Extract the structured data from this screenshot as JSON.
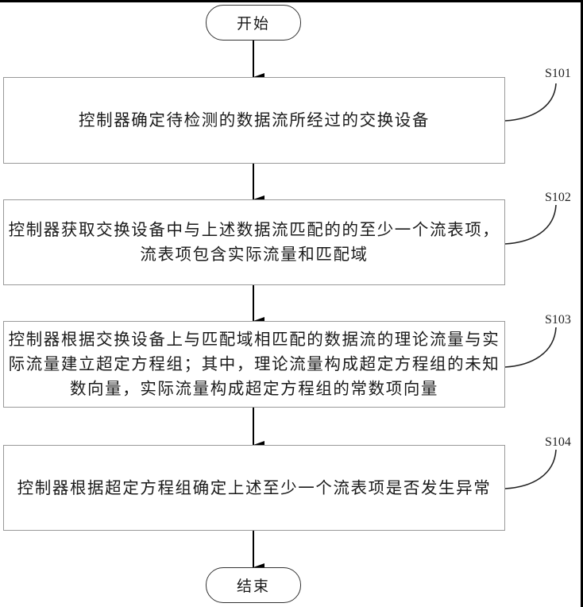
{
  "flowchart": {
    "start": {
      "label": "开始"
    },
    "end": {
      "label": "结束"
    },
    "steps": [
      {
        "id": "S101",
        "text": "控制器确定待检测的数据流所经过的交换设备"
      },
      {
        "id": "S102",
        "text": "控制器获取交换设备中与上述数据流匹配的的至少一个流表项，流表项包含实际流量和匹配域"
      },
      {
        "id": "S103",
        "text": "控制器根据交换设备上与匹配域相匹配的数据流的理论流量与实际流量建立超定方程组；其中，理论流量构成超定方程组的未知数向量，实际流量构成超定方程组的常数项向量"
      },
      {
        "id": "S104",
        "text": "控制器根据超定方程组确定上述至少一个流表项是否发生异常"
      }
    ]
  }
}
